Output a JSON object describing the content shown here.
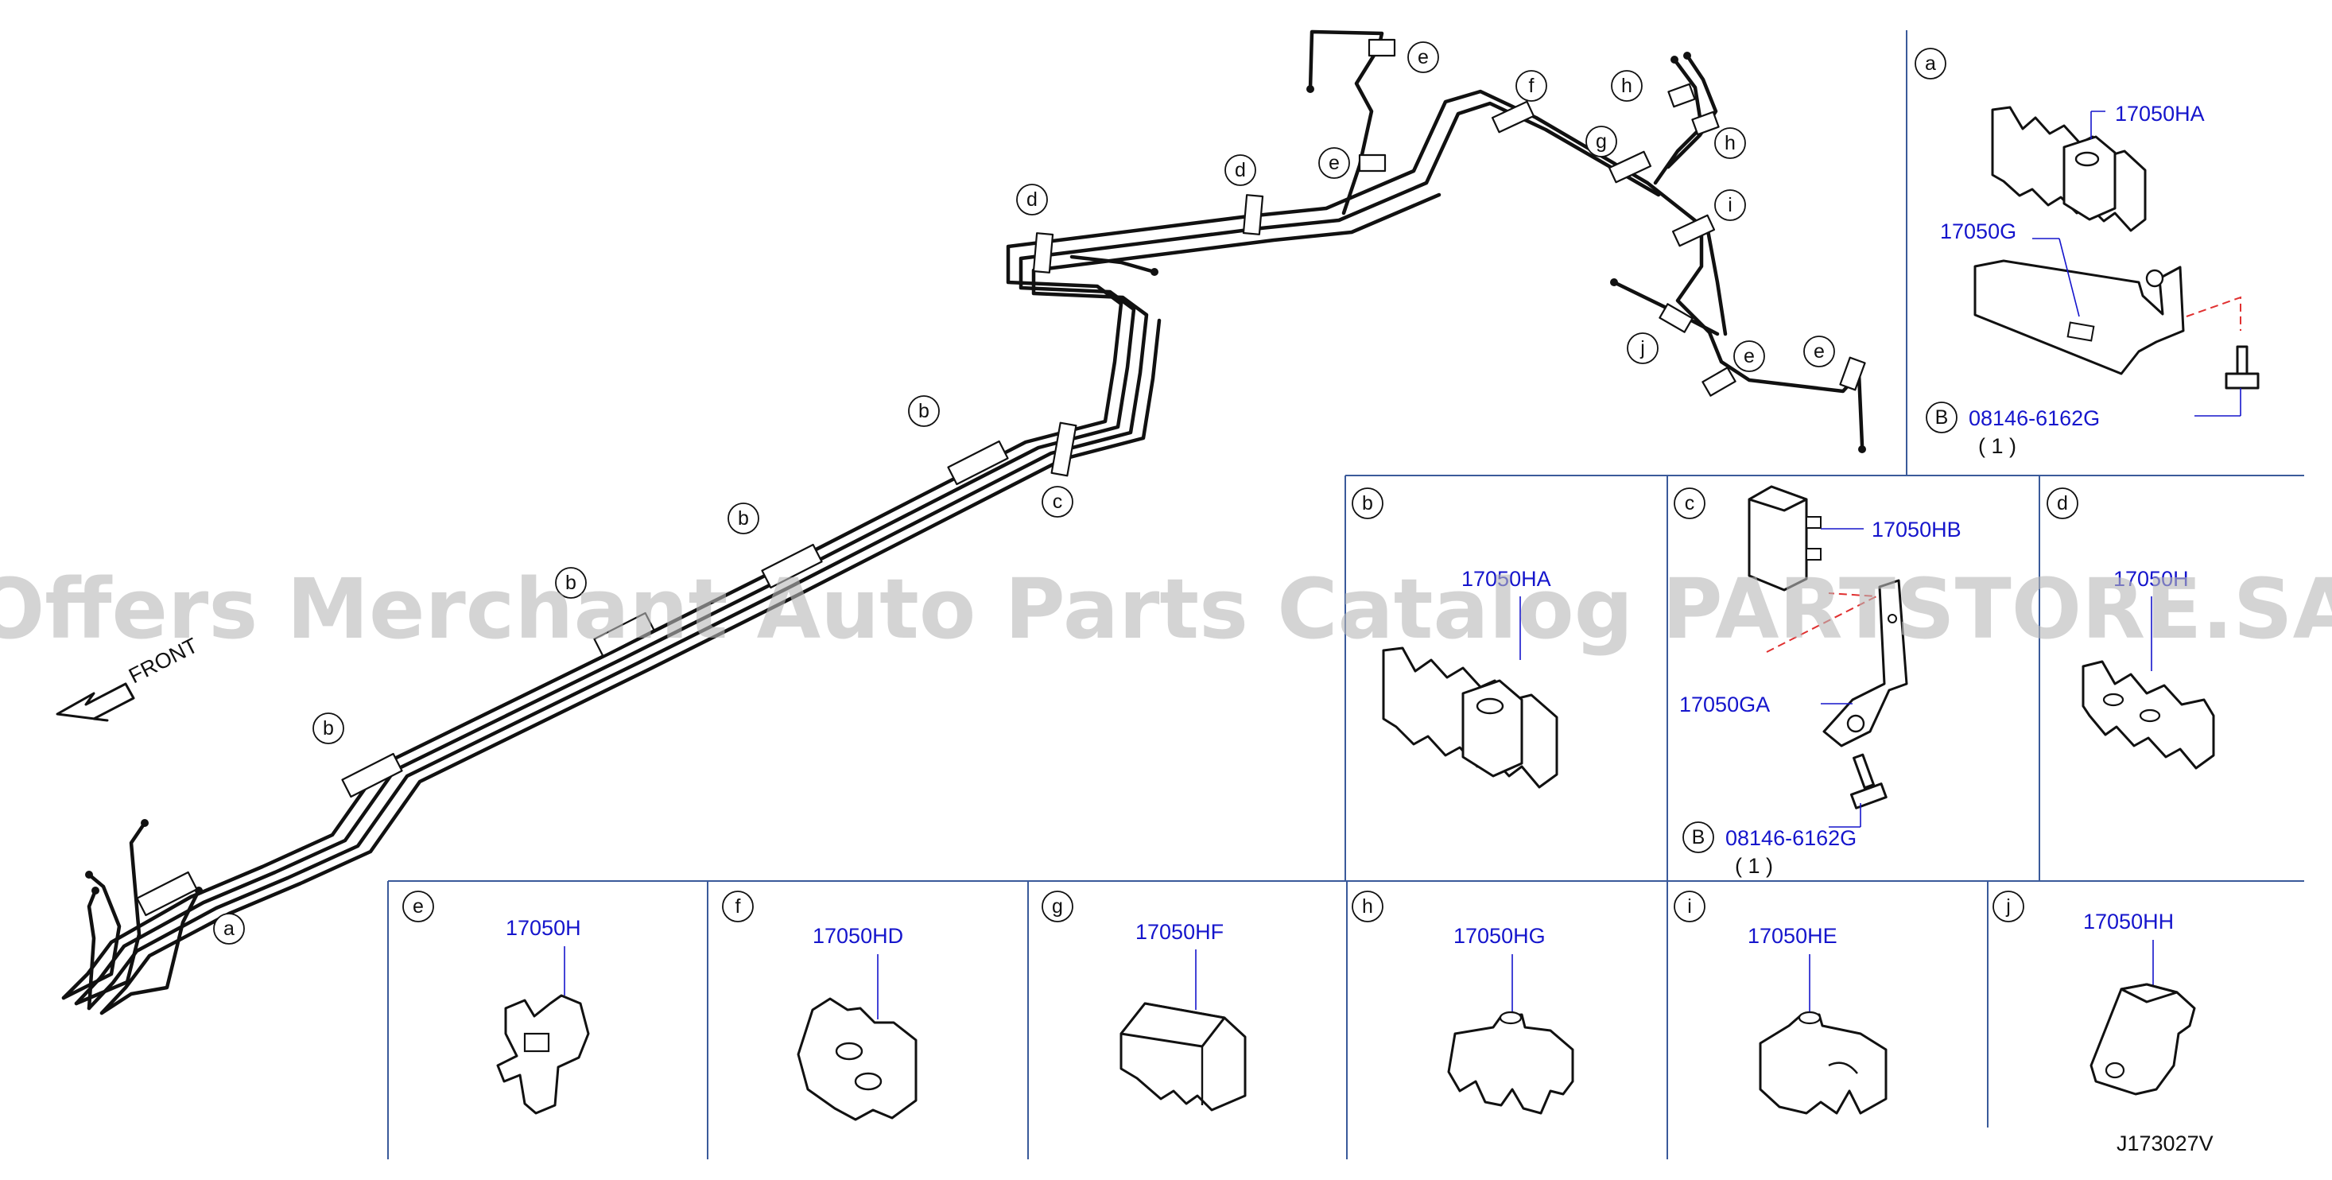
{
  "watermark": "Offers Merchant Auto Parts Catalog PARTSTORE.SA",
  "front_label": "FRONT",
  "diagram_code": "J173027V",
  "callouts": {
    "a": "a",
    "b": "b",
    "c": "c",
    "d": "d",
    "e": "e",
    "f": "f",
    "g": "g",
    "h": "h",
    "i": "i",
    "j": "j"
  },
  "panels": {
    "a": {
      "letter": "a",
      "part1": "17050HA",
      "part2": "17050G",
      "bolt_marker": "B",
      "bolt": "08146-6162G",
      "qty": "( 1 )"
    },
    "b": {
      "letter": "b",
      "part": "17050HA"
    },
    "c": {
      "letter": "c",
      "part1": "17050HB",
      "part2": "17050GA",
      "bolt_marker": "B",
      "bolt": "08146-6162G",
      "qty": "( 1 )"
    },
    "d": {
      "letter": "d",
      "part": "17050H"
    },
    "e": {
      "letter": "e",
      "part": "17050H"
    },
    "f": {
      "letter": "f",
      "part": "17050HD"
    },
    "g": {
      "letter": "g",
      "part": "17050HF"
    },
    "h": {
      "letter": "h",
      "part": "17050HG"
    },
    "i": {
      "letter": "i",
      "part": "17050HE"
    },
    "j": {
      "letter": "j",
      "part": "17050HH"
    }
  }
}
